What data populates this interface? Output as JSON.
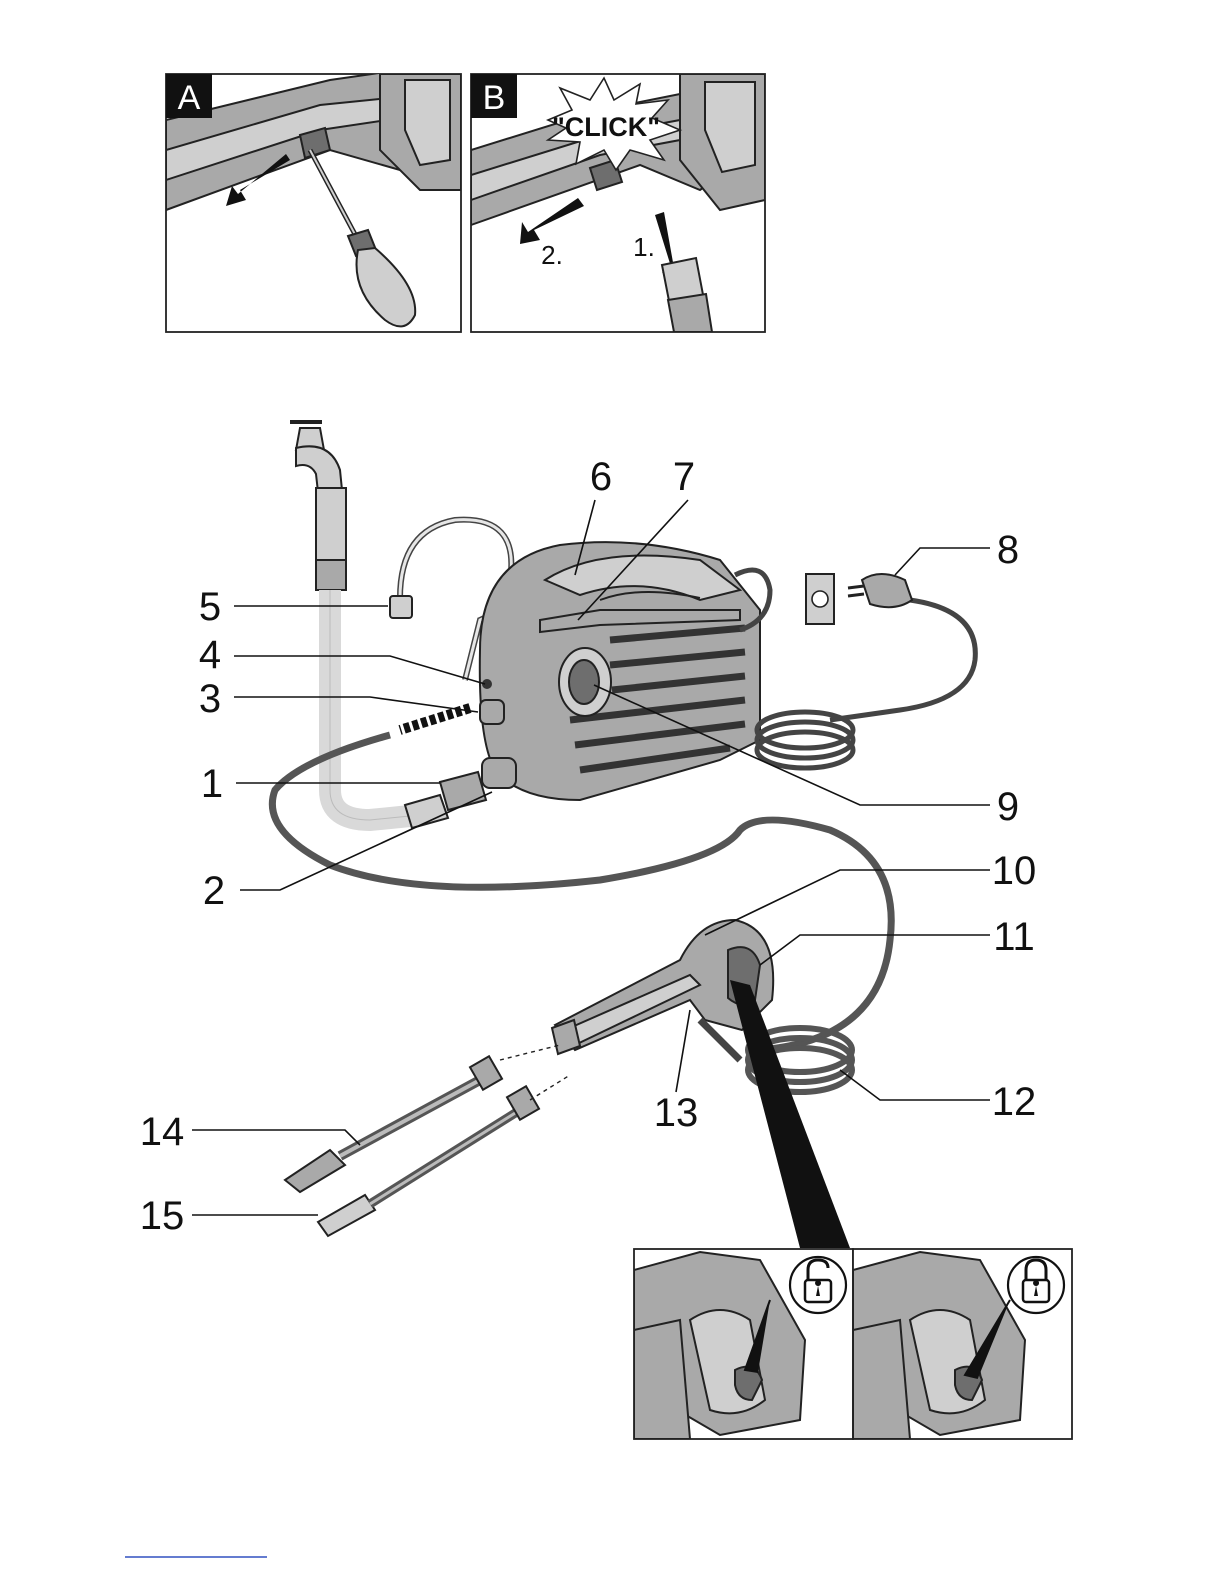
{
  "panels": {
    "a_label": "A",
    "b_label": "B",
    "click_text": "\"CLICK\"",
    "step_1": "1.",
    "step_2": "2."
  },
  "callouts": [
    "1",
    "2",
    "3",
    "4",
    "5",
    "6",
    "7",
    "8",
    "9",
    "10",
    "11",
    "12",
    "13",
    "14",
    "15"
  ],
  "icons": {
    "unlocked": "padlock-open-icon",
    "locked": "padlock-closed-icon"
  }
}
